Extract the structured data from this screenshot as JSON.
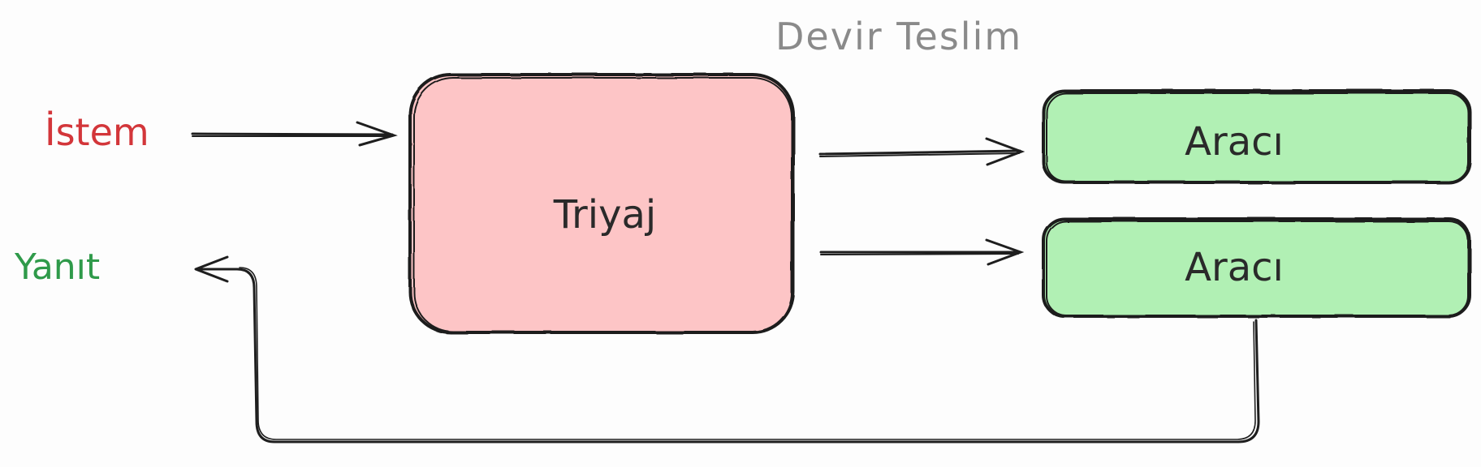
{
  "input_label": "İstem",
  "output_label": "Yanıt",
  "handoff_label": "Devir Teslim",
  "triage": {
    "label": "Triyaj",
    "fill": "#fdc5c6"
  },
  "agents": [
    {
      "label": "Aracı",
      "fill": "#b1f0b4"
    },
    {
      "label": "Aracı",
      "fill": "#b1f0b4"
    }
  ],
  "colors": {
    "input": "#d3363a",
    "output": "#2f9a4a",
    "handoff": "#8a8a8a",
    "stroke": "#1e1e1e"
  }
}
